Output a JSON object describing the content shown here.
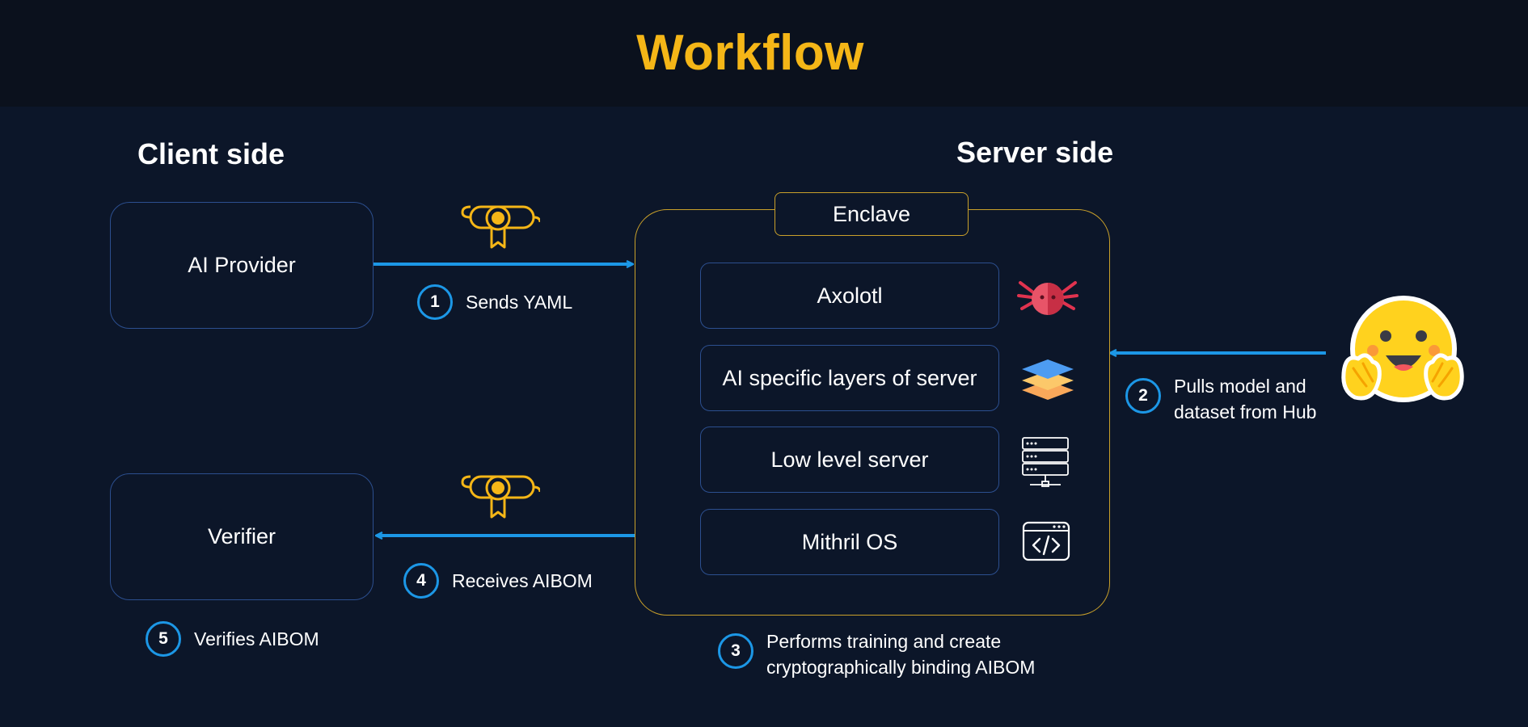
{
  "title": "Workflow",
  "client_side": {
    "title": "Client side",
    "ai_provider": "AI Provider",
    "verifier": "Verifier"
  },
  "server_side": {
    "title": "Server side",
    "enclave_label": "Enclave",
    "layers": [
      "Axolotl",
      "AI specific layers of server",
      "Low level server",
      "Mithril OS"
    ]
  },
  "steps": {
    "s1": {
      "num": "1",
      "text": "Sends YAML"
    },
    "s2": {
      "num": "2",
      "line1": "Pulls model and",
      "line2": "dataset from Hub"
    },
    "s3": {
      "num": "3",
      "line1": "Performs training and create",
      "line2": "cryptographically binding AIBOM"
    },
    "s4": {
      "num": "4",
      "text": "Receives AIBOM"
    },
    "s5": {
      "num": "5",
      "text": "Verifies AIBOM"
    }
  },
  "icons": {
    "certificate": "certificate-scroll-icon",
    "axolotl": "axolotl-icon",
    "layers": "stacked-layers-icon",
    "server": "server-rack-icon",
    "os": "code-window-icon",
    "hub": "hugging-face-emoji-icon"
  },
  "colors": {
    "title": "#f5b617",
    "arrow": "#1c97e6",
    "box_border": "#2c4f8f",
    "enclave_border": "#c9a02a",
    "background": "#0c1629"
  }
}
